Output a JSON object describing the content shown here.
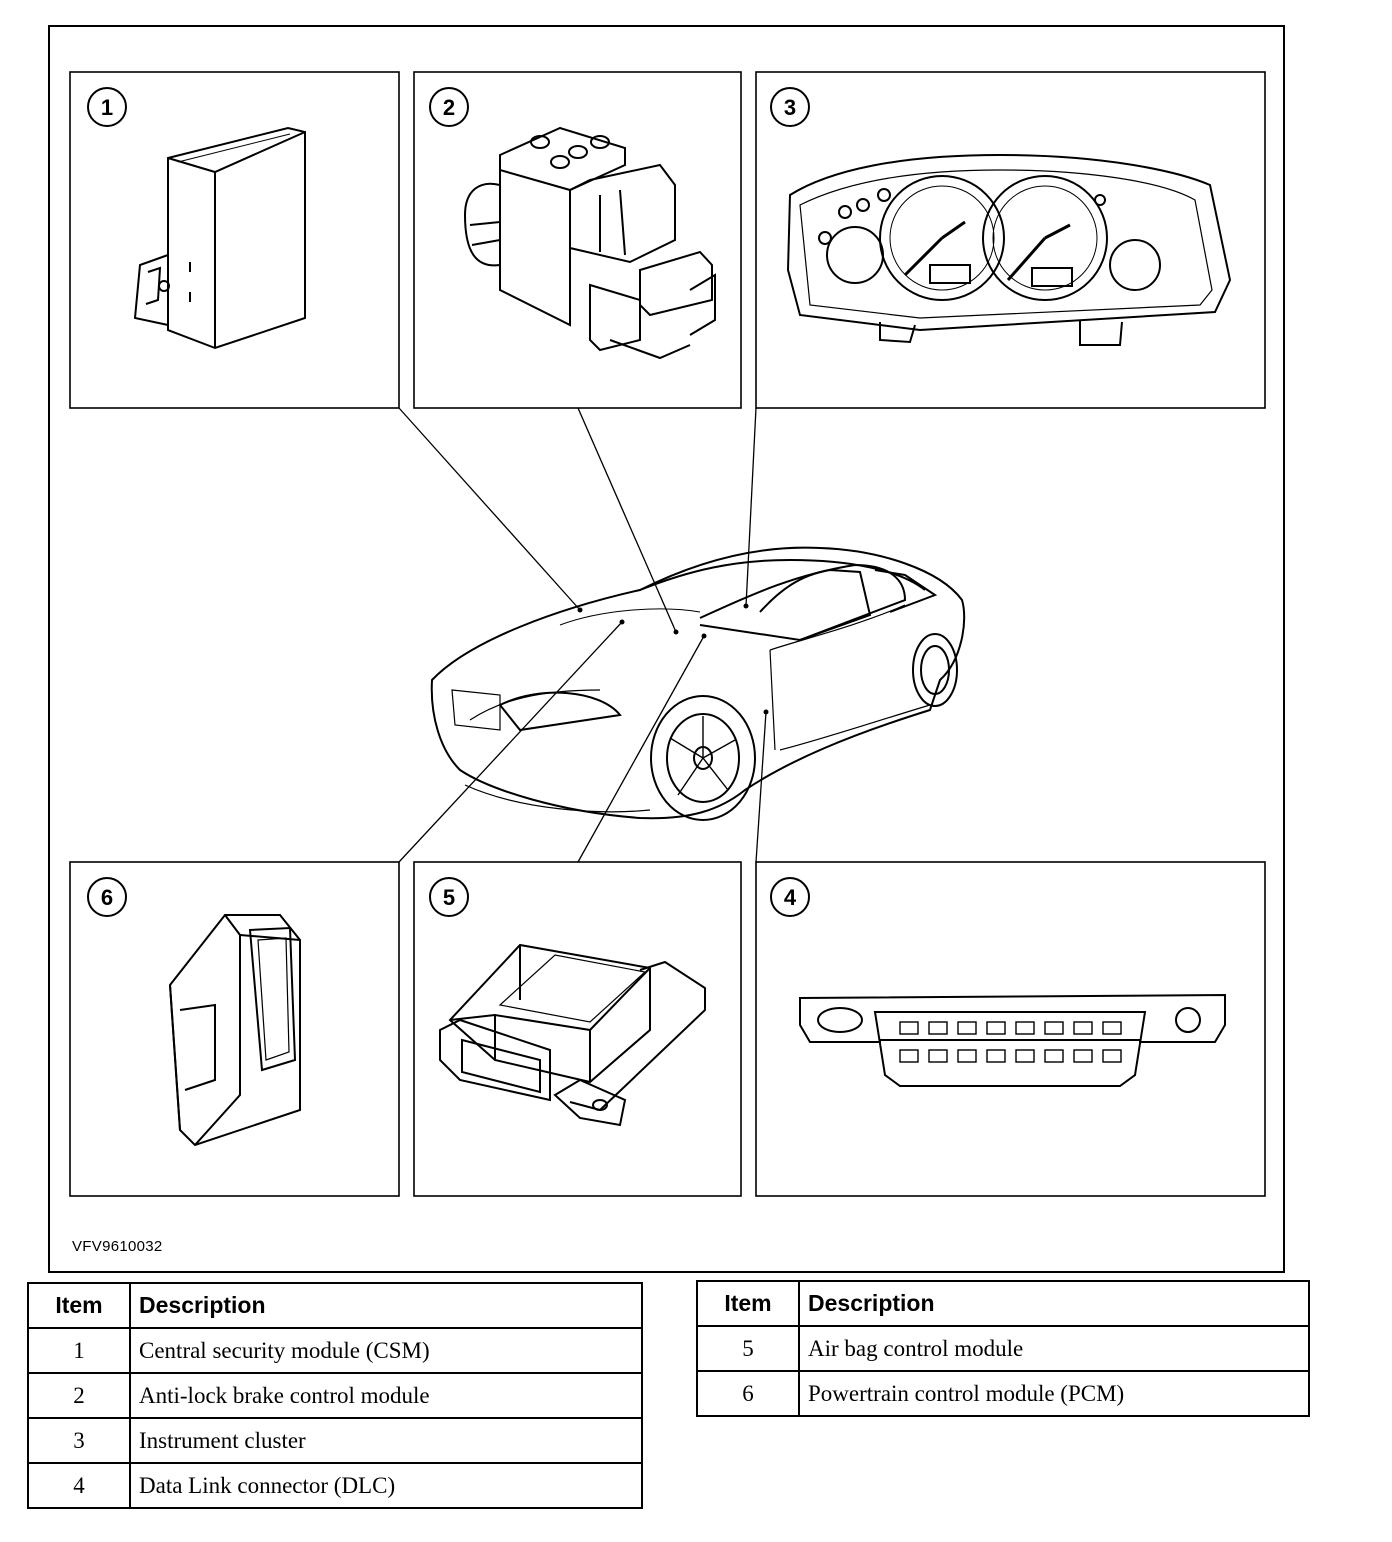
{
  "figure": {
    "id": "VFV9610032",
    "callouts": [
      "1",
      "2",
      "3",
      "4",
      "5",
      "6"
    ]
  },
  "legend_left": {
    "headers": {
      "item": "Item",
      "description": "Description"
    },
    "rows": [
      {
        "item": "1",
        "description": "Central security module (CSM)"
      },
      {
        "item": "2",
        "description": "Anti-lock brake control module"
      },
      {
        "item": "3",
        "description": "Instrument cluster"
      },
      {
        "item": "4",
        "description": "Data Link connector (DLC)"
      }
    ]
  },
  "legend_right": {
    "headers": {
      "item": "Item",
      "description": "Description"
    },
    "rows": [
      {
        "item": "5",
        "description": "Air bag control module"
      },
      {
        "item": "6",
        "description": "Powertrain control module (PCM)"
      }
    ]
  }
}
